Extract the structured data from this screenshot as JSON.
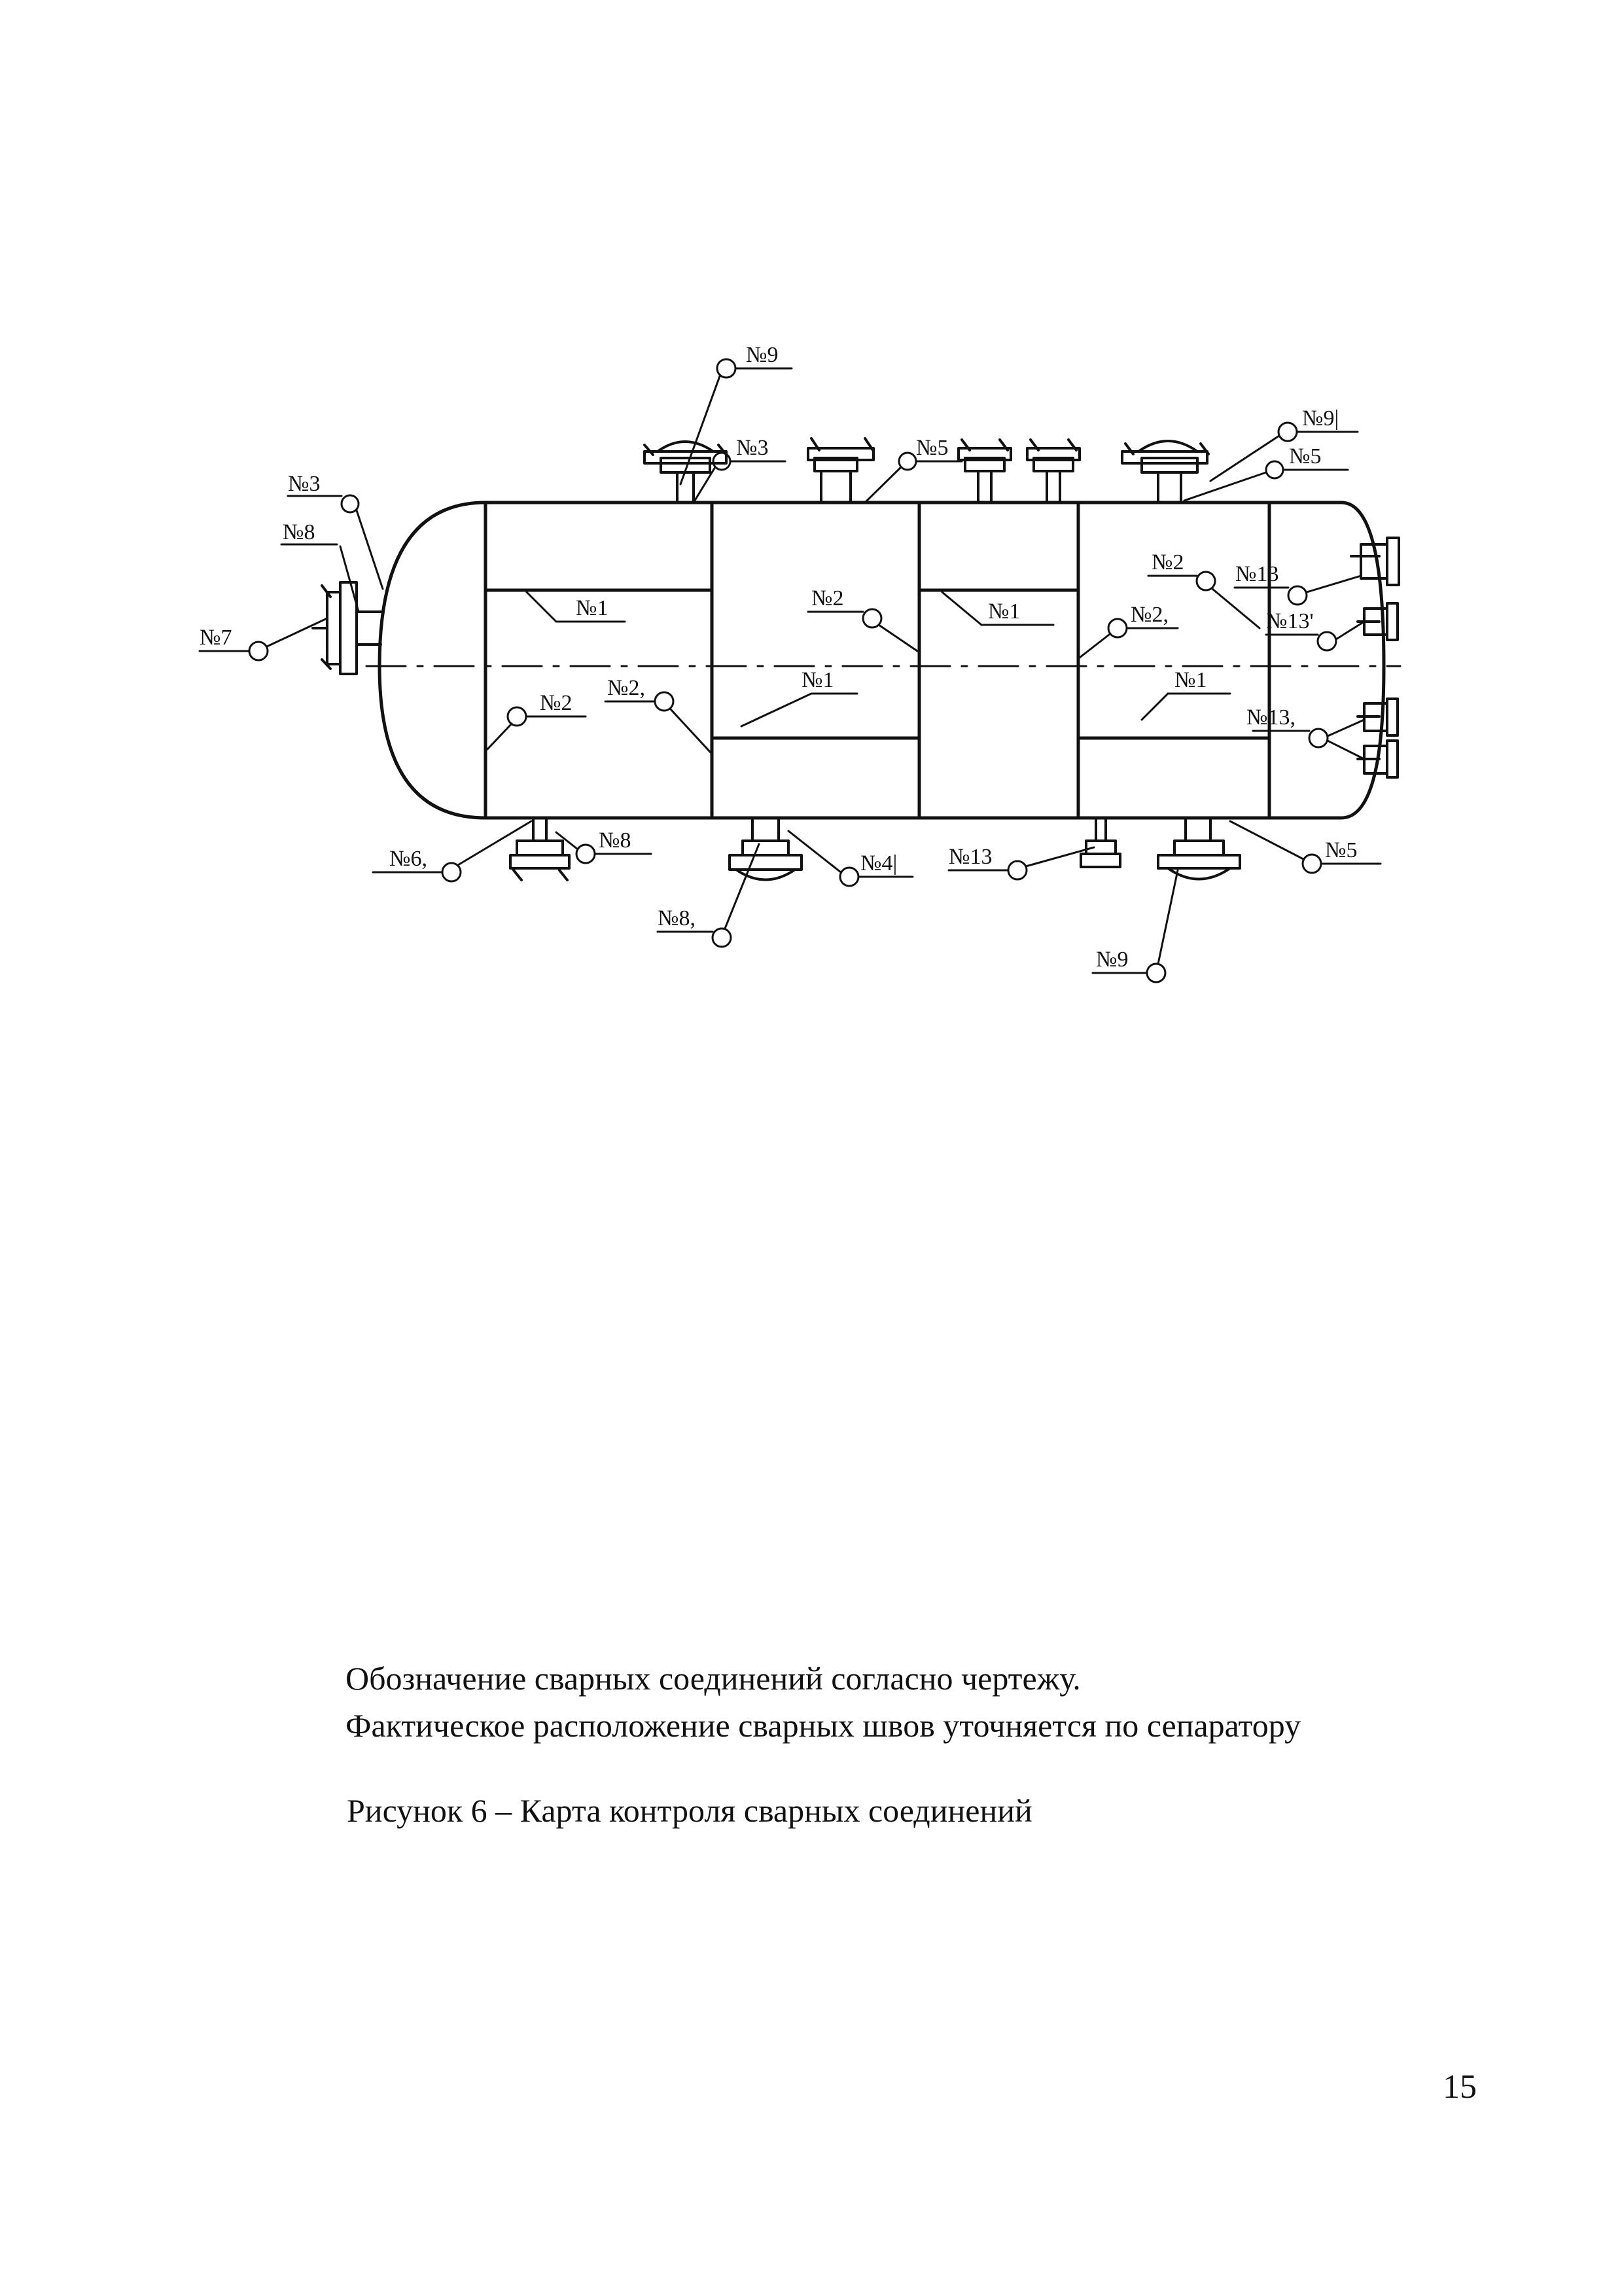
{
  "callouts": {
    "top_no9": "№9",
    "top_no3": "№3",
    "top_no5": "№5",
    "top_right_no9": "№9|",
    "top_right_no5": "№5",
    "left_no3": "№3",
    "left_no8": "№8",
    "left_no7": "№7",
    "s1_no1": "№1",
    "s1_no2": "№2",
    "s1_no2b": "№2,",
    "s2_no2": "№2",
    "s2_no1": "№1",
    "s3_no1": "№1",
    "s4_no2": "№2,",
    "s4_no2_upper": "№2",
    "s4_no1": "№1",
    "right_no13_a": "№13",
    "right_no13_b": "№13'",
    "right_no13_c": "№13,",
    "bottom_no6": "№6,",
    "bottom_no8": "№8",
    "bottom_no8b": "№8,",
    "bottom_no4": "№4|",
    "bottom_no13": "№13",
    "bottom_no5": "№5",
    "bottom_no9": "№9"
  },
  "notes": {
    "line1": "Обозначение сварных соединений согласно чертежу.",
    "line2": "Фактическое расположение сварных швов уточняется по сепаратору"
  },
  "caption": "Рисунок 6 – Карта контроля сварных соединений",
  "page_number": "15"
}
